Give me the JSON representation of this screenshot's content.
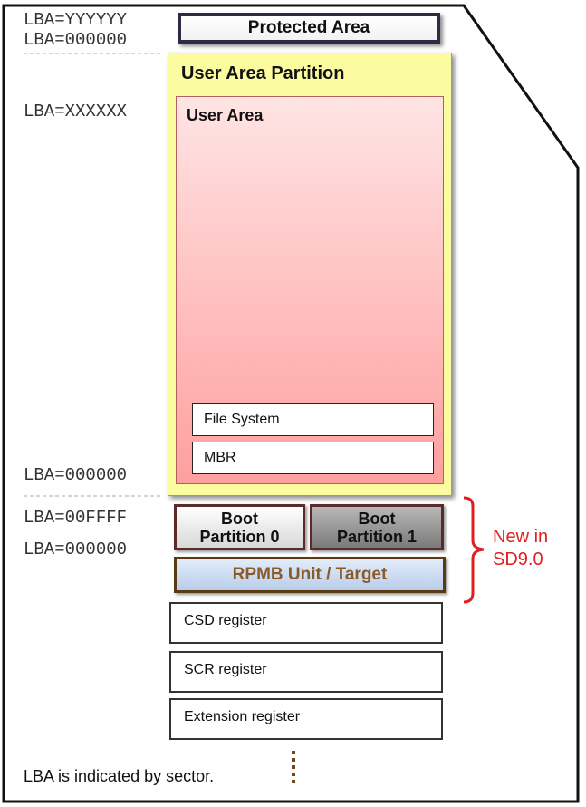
{
  "lba_labels": {
    "top_yyyyyy": "LBA=YYYYYY",
    "top_000000": "LBA=000000",
    "xxxxxx": "LBA=XXXXXX",
    "user_bottom": "LBA=000000",
    "boot_top": "LBA=00FFFF",
    "boot_bottom": "LBA=000000"
  },
  "protected_area": {
    "label": "Protected Area"
  },
  "user_area_partition": {
    "title": "User Area Partition",
    "user_area": {
      "title": "User Area",
      "items": [
        "File System",
        "MBR"
      ]
    }
  },
  "boot_partitions": [
    {
      "line1": "Boot",
      "line2": "Partition 0"
    },
    {
      "line1": "Boot",
      "line2": "Partition 1"
    }
  ],
  "rpmb": {
    "label": "RPMB Unit / Target"
  },
  "new_note": {
    "line1": "New in",
    "line2": "SD9.0"
  },
  "registers": [
    "CSD register",
    "SCR register",
    "Extension register"
  ],
  "footer": {
    "text": "LBA is indicated by sector."
  },
  "colors": {
    "user_area_partition_fill": "#fbfb9f",
    "user_area_fill_top": "#ffe4e4",
    "user_area_fill_bottom": "#ff9f9f",
    "boot0_fill": "#eeeeee",
    "boot1_fill": "#8c8c8c",
    "rpmb_text": "#8b5a2b",
    "new_note": "#e02020",
    "bracket": "#e02020"
  }
}
